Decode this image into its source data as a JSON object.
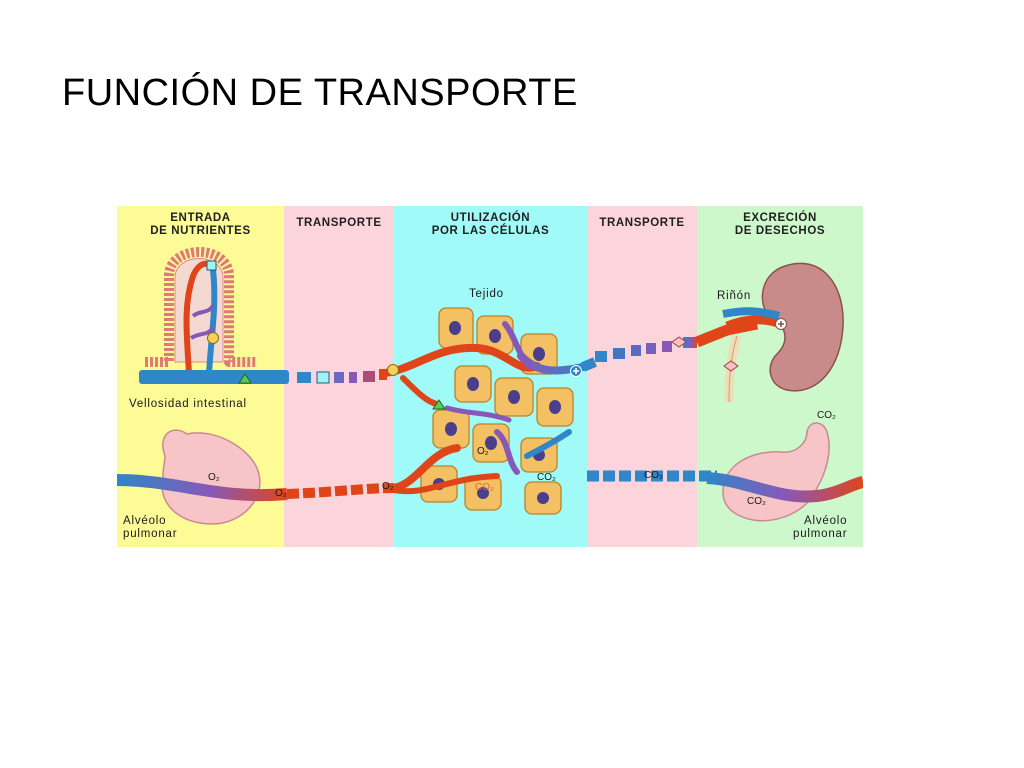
{
  "title": "FUNCIÓN DE TRANSPORTE",
  "panels": {
    "entrada": "ENTRADA\nDE NUTRIENTES",
    "transporte_1": "TRANSPORTE",
    "utilizacion": "UTILIZACIÓN\nPOR LAS CÉLULAS",
    "transporte_2": "TRANSPORTE",
    "excrecion": "EXCRECIÓN\nDE DESECHOS"
  },
  "labels": {
    "vellosidad": "Vellosidad intestinal",
    "alveolo_left": "Alvéolo\npulmonar",
    "tejido": "Tejido",
    "rinon": "Riñón",
    "alveolo_right": "Alvéolo\npulmonar"
  },
  "gases": {
    "o2_alveolo": "O₂",
    "o2_vessel": "O₂",
    "o2_tissue_in": "O₂",
    "o2_cells": "O₂",
    "co2_cells": "CO₂",
    "co2_vein": "CO₂",
    "co2_transport": "CO₂",
    "co2_right_top": "CO₂",
    "co2_right_vessel": "CO₂"
  },
  "colors": {
    "yellow_panel": "#fdfb96",
    "pink_panel": "#fcd4dc",
    "cyan_panel": "#9ffaf8",
    "green_panel": "#cdf8cb",
    "artery": "#e0451a",
    "vein": "#2f86c8",
    "mixed": "#8858b8",
    "cell": "#f3c064",
    "nucleus": "#4b3f8c",
    "alveolus": "#f7c4c8",
    "kidney": "#c98a8a"
  }
}
